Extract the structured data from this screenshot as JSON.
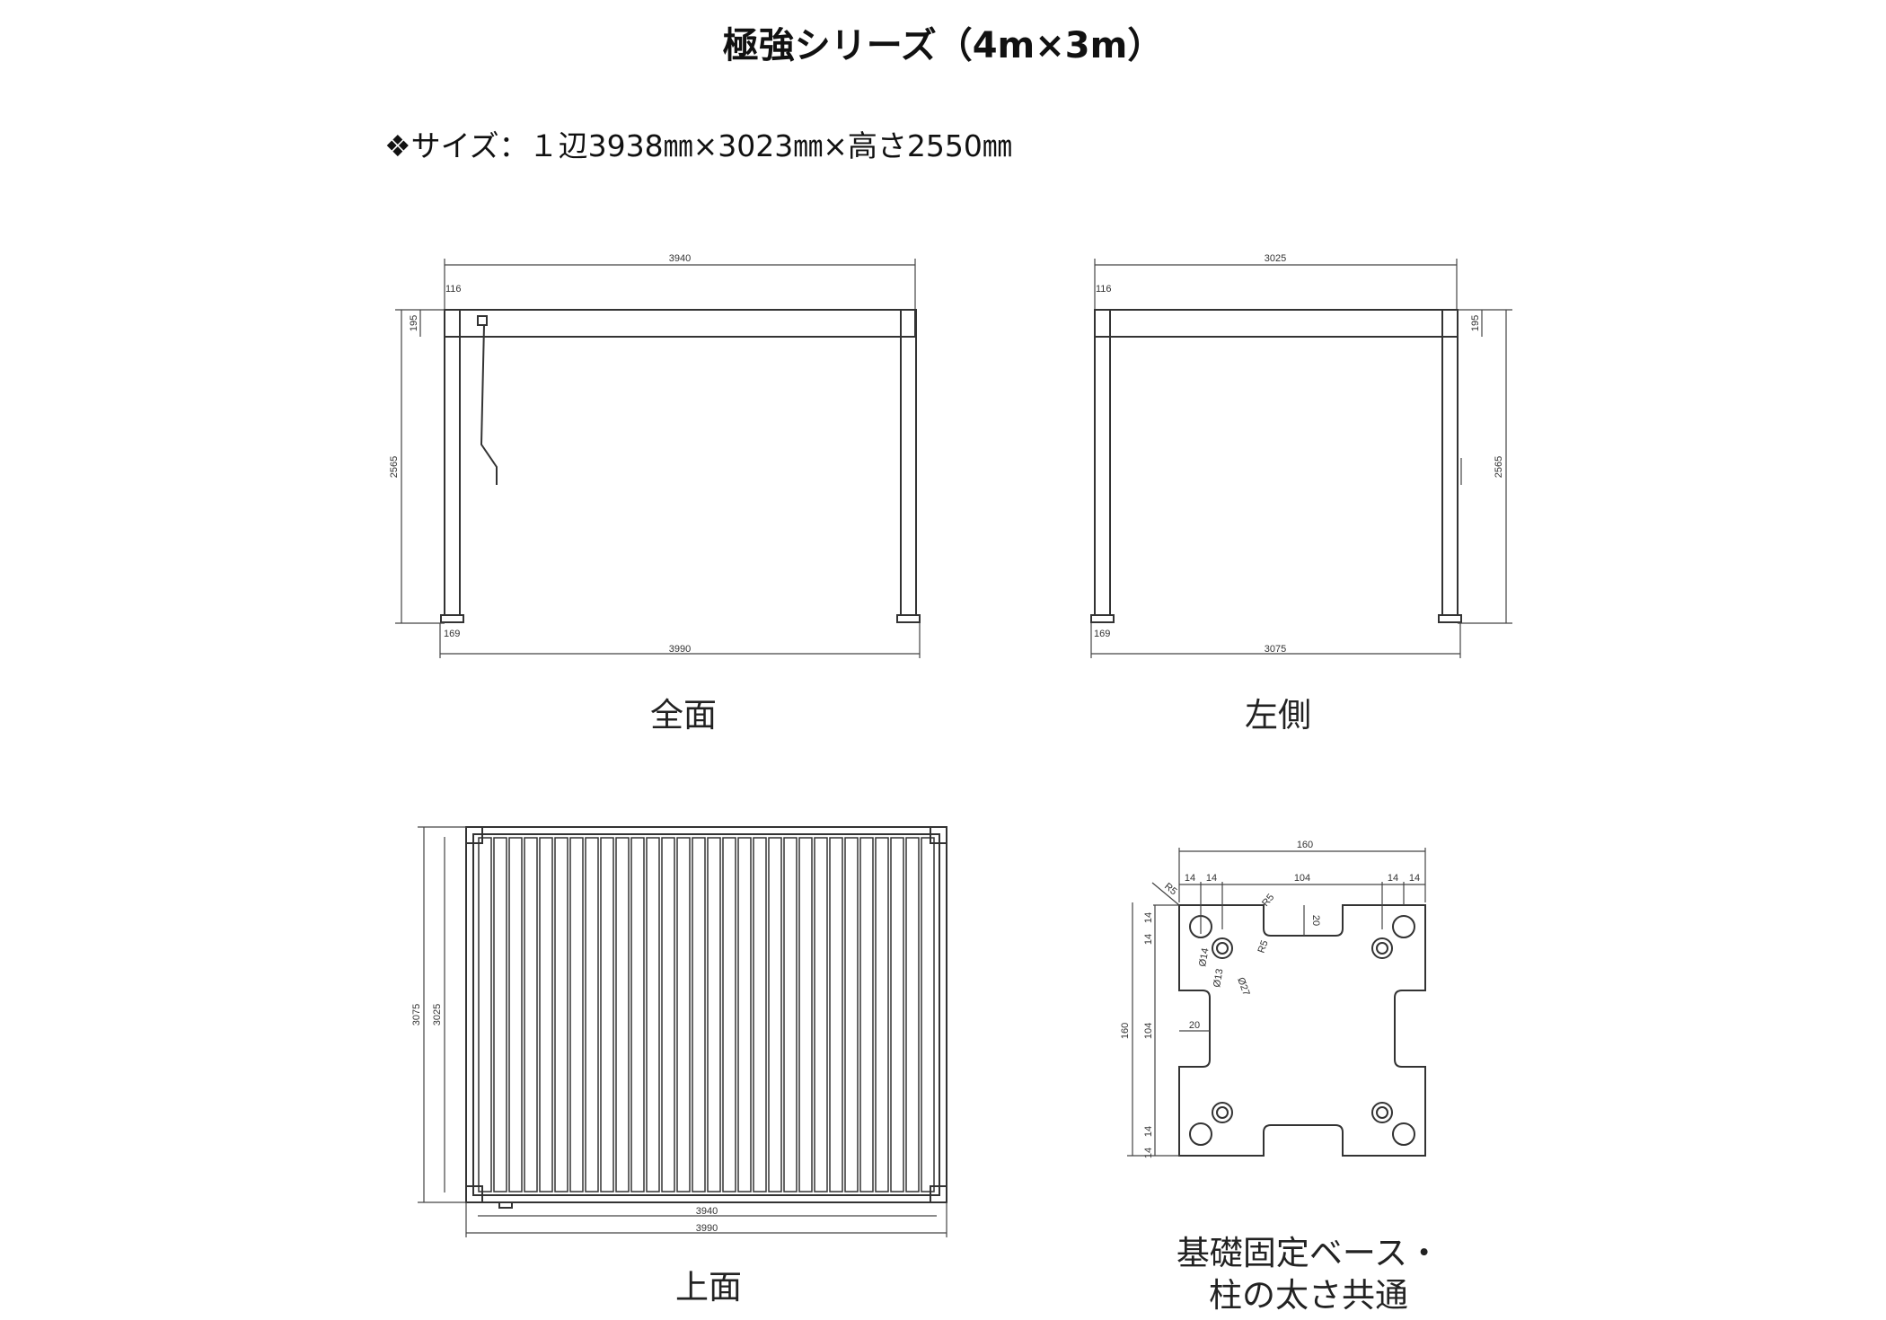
{
  "title": "極強シリーズ（4m×3m）",
  "spec": "❖サイズ：１辺3938㎜×3023㎜×高さ2550㎜",
  "views": {
    "front": {
      "label": "全面",
      "width_top": "3940",
      "width_bottom": "3990",
      "height": "2565",
      "beam": "195",
      "post": "116",
      "foot": "169"
    },
    "side": {
      "label": "左側",
      "width_top": "3025",
      "width_bottom": "3075",
      "height": "2565",
      "beam": "195",
      "post": "116",
      "foot": "169"
    },
    "top": {
      "label": "上面",
      "depth_outer": "3075",
      "depth_inner": "3025",
      "width_inner": "3940",
      "width_outer": "3990",
      "slat_count": 30
    },
    "base": {
      "label_line1": "基礎固定ベース・",
      "label_line2": "柱の太さ共通",
      "overall": "160",
      "d14": "14",
      "d104": "104",
      "d20": "20",
      "r5": "R5",
      "dia14": "Ø14",
      "dia13": "Ø13",
      "dia27": "Ø27"
    }
  }
}
